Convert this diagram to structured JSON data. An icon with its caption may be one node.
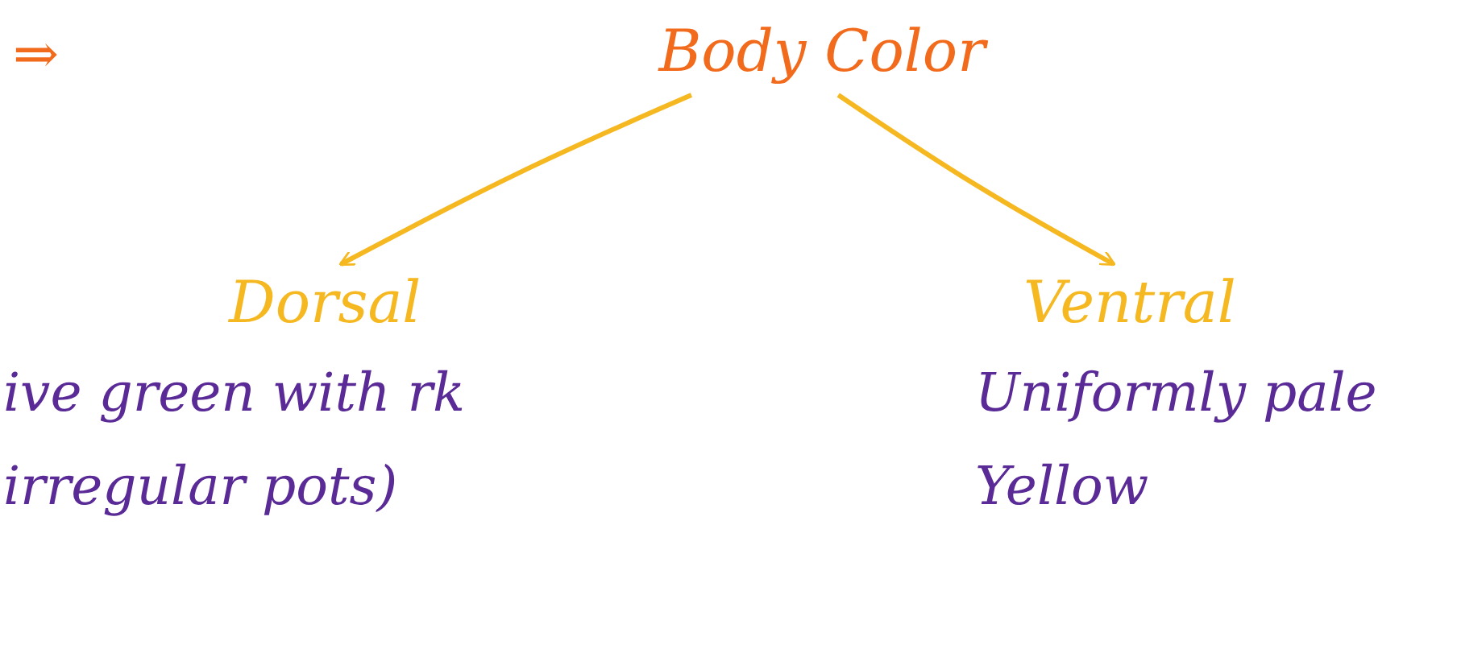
{
  "diagram": {
    "nodes": [
      {
        "text": [
          "Body Color"
        ]
      },
      {
        "text": [
          "Dorsal",
          "ive green with rk irregular pots)"
        ]
      },
      {
        "text": [
          "Ventral",
          "Uniformly pale Yellow"
        ]
      }
    ],
    "edges": [
      {
        "from": 0,
        "to": 1,
        "arrow": "to",
        "color": "#f5b820"
      },
      {
        "from": 0,
        "to": 2,
        "arrow": "to",
        "color": "#f5b820"
      }
    ],
    "labels": [
      "⇒"
    ]
  }
}
